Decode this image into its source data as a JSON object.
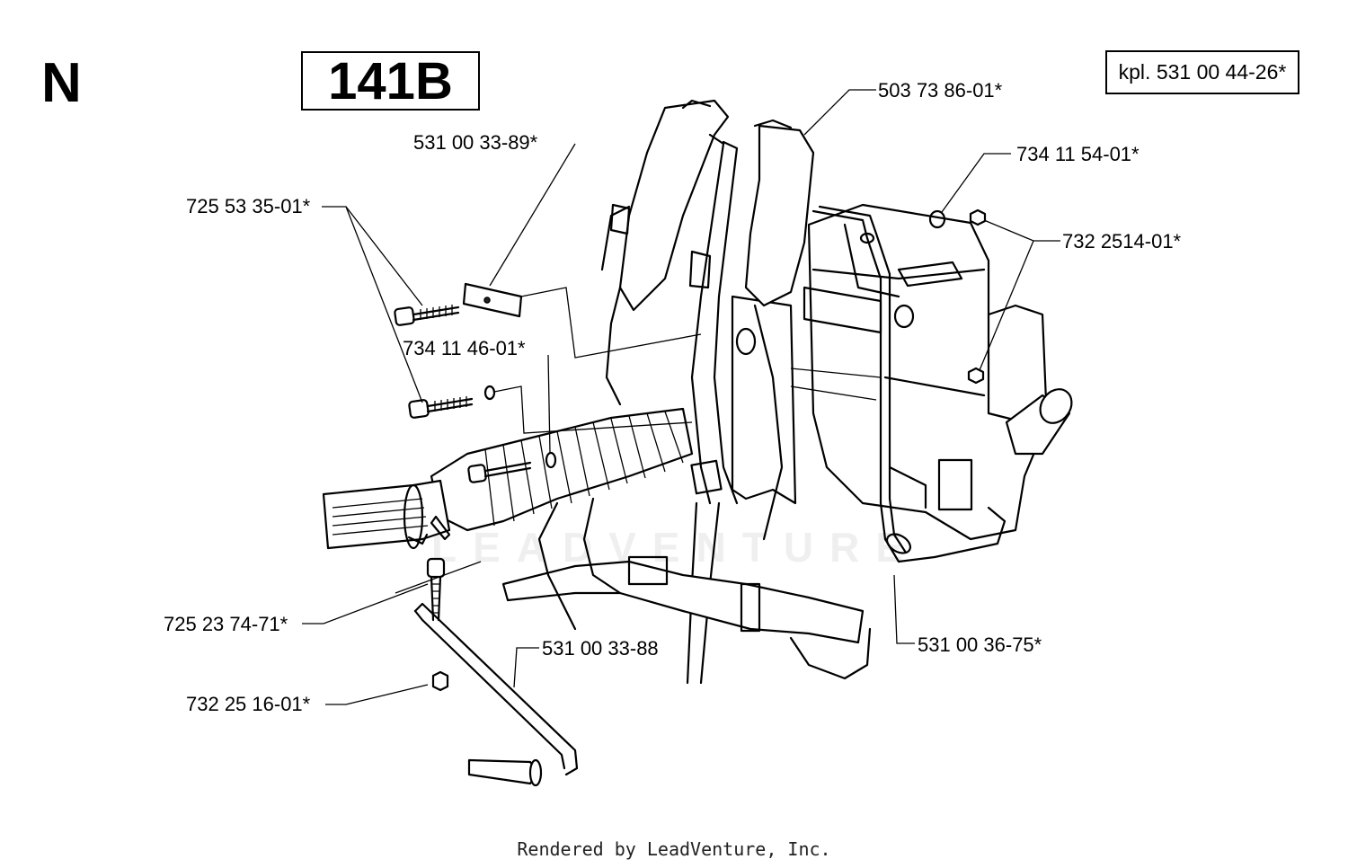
{
  "diagram": {
    "section_letter": "N",
    "model": "141B",
    "kit_number": "kpl. 531 00 44-26*",
    "footer": "Rendered by LeadVenture, Inc.",
    "watermark": "LEADVENTURE",
    "parts": [
      {
        "id": "p1",
        "number": "503 73 86-01*"
      },
      {
        "id": "p2",
        "number": "531 00 33-89*"
      },
      {
        "id": "p3",
        "number": "734 11 54-01*"
      },
      {
        "id": "p4",
        "number": "725 53 35-01*"
      },
      {
        "id": "p5",
        "number": "732 2514-01*"
      },
      {
        "id": "p6",
        "number": "734 11 46-01*"
      },
      {
        "id": "p7",
        "number": "725 23 74-71*"
      },
      {
        "id": "p8",
        "number": "531 00 33-88"
      },
      {
        "id": "p9",
        "number": "531 00 36-75*"
      },
      {
        "id": "p10",
        "number": "732 25 16-01*"
      }
    ]
  }
}
